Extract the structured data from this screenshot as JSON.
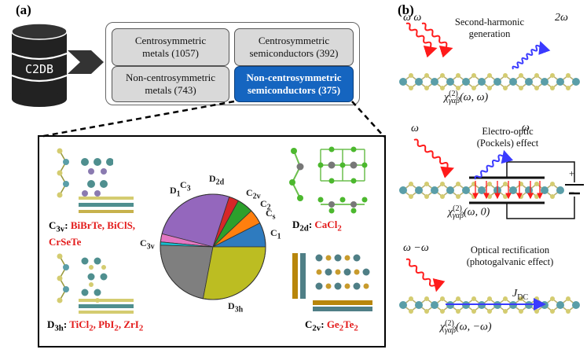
{
  "panel_a_label": "(a)",
  "panel_b_label": "(b)",
  "database_label": "C2DB",
  "categories": [
    {
      "line1": "Centrosymmetric",
      "line2": "metals (1057)"
    },
    {
      "line1": "Centrosymmetric",
      "line2": "semiconductors (392)"
    },
    {
      "line1": "Non-centrosymmetric",
      "line2": "metals (743)"
    },
    {
      "line1": "Non-centrosymmetric",
      "line2": "semiconductors (375)"
    }
  ],
  "chart_data": {
    "type": "pie",
    "categories": [
      "C1",
      "Cs",
      "C2",
      "C2v",
      "D2d",
      "D1",
      "C3",
      "C3v",
      "D3h"
    ],
    "values": [
      7.5,
      4.5,
      5.0,
      3.0,
      26.0,
      2.5,
      1.0,
      22.5,
      28.0
    ],
    "colors": [
      "#2e7bbf",
      "#ff7f0e",
      "#2ca02c",
      "#d62728",
      "#9467bd",
      "#e377c2",
      "#17becf",
      "#7f7f7f",
      "#bcbd22"
    ]
  },
  "pie_labels": [
    {
      "main": "C",
      "sub": "1"
    },
    {
      "main": "C",
      "sub": "s"
    },
    {
      "main": "C",
      "sub": "2"
    },
    {
      "main": "C",
      "sub": "2v"
    },
    {
      "main": "D",
      "sub": "2d"
    },
    {
      "main": "D",
      "sub": "1"
    },
    {
      "main": "C",
      "sub": "3"
    },
    {
      "main": "C",
      "sub": "3v"
    },
    {
      "main": "D",
      "sub": "3h"
    }
  ],
  "examples": {
    "c3v": {
      "group": "C",
      "sub": "3v",
      "colon": ": ",
      "text1": "BiBrTe, BiClS,",
      "text2": "CrSeTe"
    },
    "d2d": {
      "group": "D",
      "sub": "2d",
      "colon": ": ",
      "text": "CaCl",
      "text_sub": "2"
    },
    "d3h": {
      "group": "D",
      "sub": "3h",
      "colon": ": ",
      "t1": "TiCl",
      "s1": "2",
      "t2": ", PbI",
      "s2": "2",
      "t3": ", ZrI",
      "s3": "2"
    },
    "c2v": {
      "group": "C",
      "sub": "2v",
      "colon": ": ",
      "t1": "Ge",
      "s1": "2",
      "t2": "Te",
      "s2": "2"
    }
  },
  "processes": [
    {
      "title1": "Second-harmonic",
      "title2": "generation",
      "in_label": "ω   ω",
      "out_label": "2ω",
      "chi": "χ",
      "chi_sup": "(2)",
      "chi_sub": "γαβ",
      "chi_args": "(ω, ω)"
    },
    {
      "title1": "Electro-optic",
      "title2": "(Pockels) effect",
      "in_label": "ω",
      "out_label": "ω",
      "chi": "χ",
      "chi_sup": "(2)",
      "chi_sub": "γαβ",
      "chi_args": "(ω, 0)",
      "plus": "+",
      "minus": "−"
    },
    {
      "title1": "Optical rectification",
      "title2": "(photogalvanic effect)",
      "in_label": "ω   −ω",
      "current_main": "J",
      "current_sub": "DC",
      "chi": "χ",
      "chi_sup": "(2)",
      "chi_sub": "γαβ",
      "chi_args": "(ω, −ω)"
    }
  ],
  "colors": {
    "highlight": "#1565c0",
    "box_gray": "#d9d9d9",
    "incoming": "#ff1a1a",
    "outgoing": "#3a3aff",
    "atom_metal": "#5a9ea8",
    "atom_chalc": "#d4cc70",
    "label_red": "#e31b1b"
  }
}
